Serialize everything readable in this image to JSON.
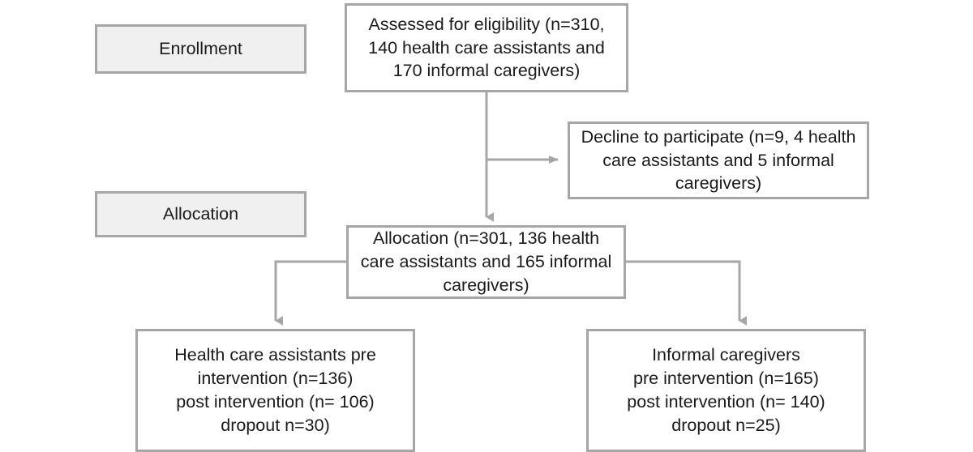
{
  "diagram": {
    "title": "CONSORT-style participant flow diagram",
    "type": "flowchart",
    "background_color": "#ffffff",
    "box_border_color": "#a6a6a6",
    "stage_label_fill": "#f0f0f0",
    "connector_color": "#a6a6a6",
    "text_color": "#1a1a1a"
  },
  "stage_labels": [
    {
      "id": "enrollment",
      "text": "Enrollment"
    },
    {
      "id": "allocation",
      "text": "Allocation"
    }
  ],
  "nodes": [
    {
      "id": "assessed",
      "text": "Assessed for eligibility (n=310, 140 health care assistants and 170 informal caregivers)",
      "n_total": 310,
      "n_health_care_assistants": 140,
      "n_informal_caregivers": 170
    },
    {
      "id": "decline",
      "text": "Decline to participate (n=9, 4 health care assistants and 5 informal caregivers)",
      "n_total": 9,
      "n_health_care_assistants": 4,
      "n_informal_caregivers": 5
    },
    {
      "id": "allocation",
      "text": "Allocation (n=301, 136 health care assistants and 165 informal caregivers)",
      "n_total": 301,
      "n_health_care_assistants": 136,
      "n_informal_caregivers": 165
    },
    {
      "id": "hca_arm",
      "text": "Health care assistants pre intervention (n=136)\npost intervention (n= 106)\ndropout n=30)",
      "pre_intervention": 136,
      "post_intervention": 106,
      "dropout": 30
    },
    {
      "id": "icg_arm",
      "text": "Informal caregivers\npre intervention (n=165)\npost intervention (n= 140)\ndropout n=25)",
      "pre_intervention": 165,
      "post_intervention": 140,
      "dropout": 25
    }
  ],
  "edges": [
    {
      "id": "assessed-to-decline",
      "from": "assessed",
      "to": "decline",
      "style": "elbow-right",
      "arrow": true
    },
    {
      "id": "assessed-to-allocation",
      "from": "assessed",
      "to": "allocation",
      "style": "straight-down",
      "arrow": true
    },
    {
      "id": "allocation-to-hca",
      "from": "allocation",
      "to": "hca_arm",
      "style": "elbow-left-down",
      "arrow": true
    },
    {
      "id": "allocation-to-icg",
      "from": "allocation",
      "to": "icg_arm",
      "style": "elbow-right-down",
      "arrow": true
    }
  ]
}
